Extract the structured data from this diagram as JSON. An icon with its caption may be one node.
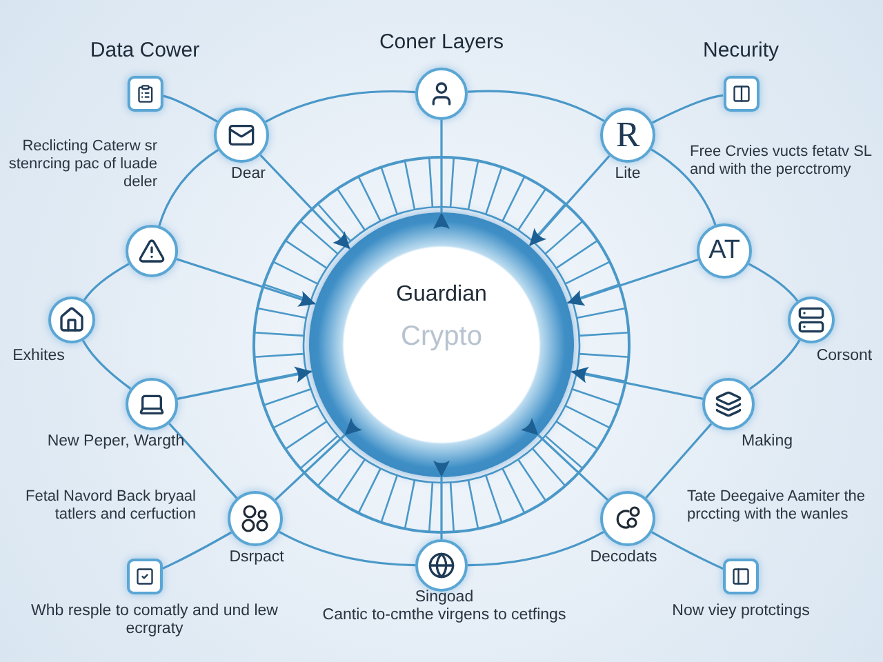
{
  "diagram": {
    "nodes": [
      {
        "text": [
          "Guardian",
          "Crypto"
        ]
      },
      {
        "text": [
          "Data Cower"
        ]
      },
      {
        "text": [
          "Coner Layers"
        ]
      },
      {
        "text": [
          "Necurity"
        ]
      },
      {
        "text": [],
        "shape": "circle",
        "beside": [
          "Dear"
        ]
      },
      {
        "text": [
          "R"
        ],
        "beside": [
          "Lite"
        ]
      },
      {
        "text": [],
        "shape": "circle"
      },
      {
        "text": [
          "AT"
        ]
      },
      {
        "text": [],
        "shape": "circle",
        "beside": [
          "Exhites"
        ]
      },
      {
        "text": [],
        "shape": "circle",
        "beside": [
          "Corsont"
        ]
      },
      {
        "text": [],
        "shape": "circle",
        "beside": [
          "New Peper, Wargth"
        ]
      },
      {
        "text": [],
        "shape": "circle",
        "beside": [
          "Making"
        ]
      },
      {
        "text": [],
        "shape": "circle",
        "beside": [
          "Dsrpact"
        ]
      },
      {
        "text": [],
        "shape": "circle",
        "beside": [
          "Decodats"
        ]
      },
      {
        "text": [],
        "shape": "box",
        "beside": [
          "Whb resple to comatly and und lew ecrgraty"
        ]
      },
      {
        "text": [],
        "shape": "circle",
        "beside": [
          "Singoad",
          "Cantic to-cmthe virgens to cetfings"
        ]
      },
      {
        "text": [],
        "shape": "box",
        "beside": [
          "Now viey protctings"
        ]
      }
    ],
    "edges": [
      {
        "from": 1,
        "to": 4,
        "arrow": "none"
      },
      {
        "from": 4,
        "to": 2,
        "arrow": "none"
      },
      {
        "from": 2,
        "to": 5,
        "arrow": "none"
      },
      {
        "from": 5,
        "to": 3,
        "arrow": "none"
      },
      {
        "from": 4,
        "to": 6,
        "arrow": "none"
      },
      {
        "from": 5,
        "to": 7,
        "arrow": "none"
      },
      {
        "from": 6,
        "to": 8,
        "arrow": "none"
      },
      {
        "from": 7,
        "to": 9,
        "arrow": "none"
      },
      {
        "from": 8,
        "to": 10,
        "arrow": "none"
      },
      {
        "from": 9,
        "to": 11,
        "arrow": "none"
      },
      {
        "from": 10,
        "to": 12,
        "arrow": "none"
      },
      {
        "from": 11,
        "to": 13,
        "arrow": "none"
      },
      {
        "from": 12,
        "to": 15,
        "arrow": "none"
      },
      {
        "from": 13,
        "to": 15,
        "arrow": "none"
      },
      {
        "from": 12,
        "to": 14,
        "arrow": "none"
      },
      {
        "from": 13,
        "to": 16,
        "arrow": "none"
      },
      {
        "from": 4,
        "to": 0,
        "arrow": "to"
      },
      {
        "from": 2,
        "to": 0,
        "arrow": "to"
      },
      {
        "from": 5,
        "to": 0,
        "arrow": "to"
      },
      {
        "from": 6,
        "to": 0,
        "arrow": "to"
      },
      {
        "from": 7,
        "to": 0,
        "arrow": "to"
      },
      {
        "from": 10,
        "to": 0,
        "arrow": "to"
      },
      {
        "from": 11,
        "to": 0,
        "arrow": "to"
      },
      {
        "from": 12,
        "to": 0,
        "arrow": "to"
      },
      {
        "from": 13,
        "to": 0,
        "arrow": "to"
      },
      {
        "from": 15,
        "to": 0,
        "arrow": "to"
      }
    ],
    "labels": [
      "Reclicting Caterw sr stenrcing pac of luade deler",
      "Free Crvies vucts fetatv SL and with the percctromy",
      "Fetal Navord Back bryaal tatlers and cerfuction",
      "Tate Deegaive Aamiter the prccting with the wanles"
    ]
  }
}
